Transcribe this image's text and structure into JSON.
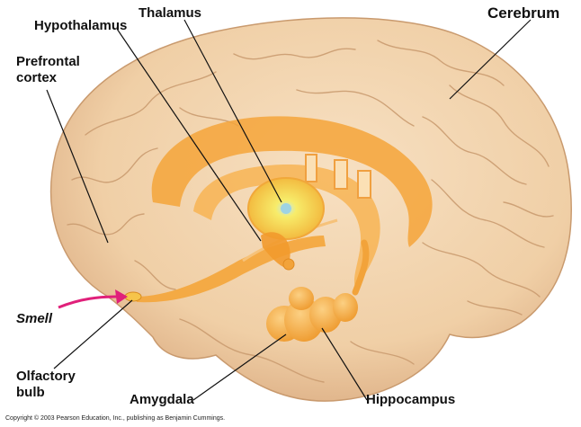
{
  "labels": {
    "hypothalamus": "Hypothalamus",
    "thalamus": "Thalamus",
    "cerebrum": "Cerebrum",
    "prefrontal_1": "Prefrontal",
    "prefrontal_2": "cortex",
    "smell": "Smell",
    "olfactory_1": "Olfactory",
    "olfactory_2": "bulb",
    "amygdala": "Amygdala",
    "hippocampus": "Hippocampus"
  },
  "copyright": "Copyright © 2003 Pearson Education, Inc., publishing as Benjamin Cummings.",
  "colors": {
    "brain": "#f2d2ae",
    "brain_shade": "#e2b98f",
    "limbic": "#f4a53a",
    "limbic_light": "#f9c878",
    "thalamus_core": "#f7e04a",
    "smell_arrow": "#e0207a"
  }
}
